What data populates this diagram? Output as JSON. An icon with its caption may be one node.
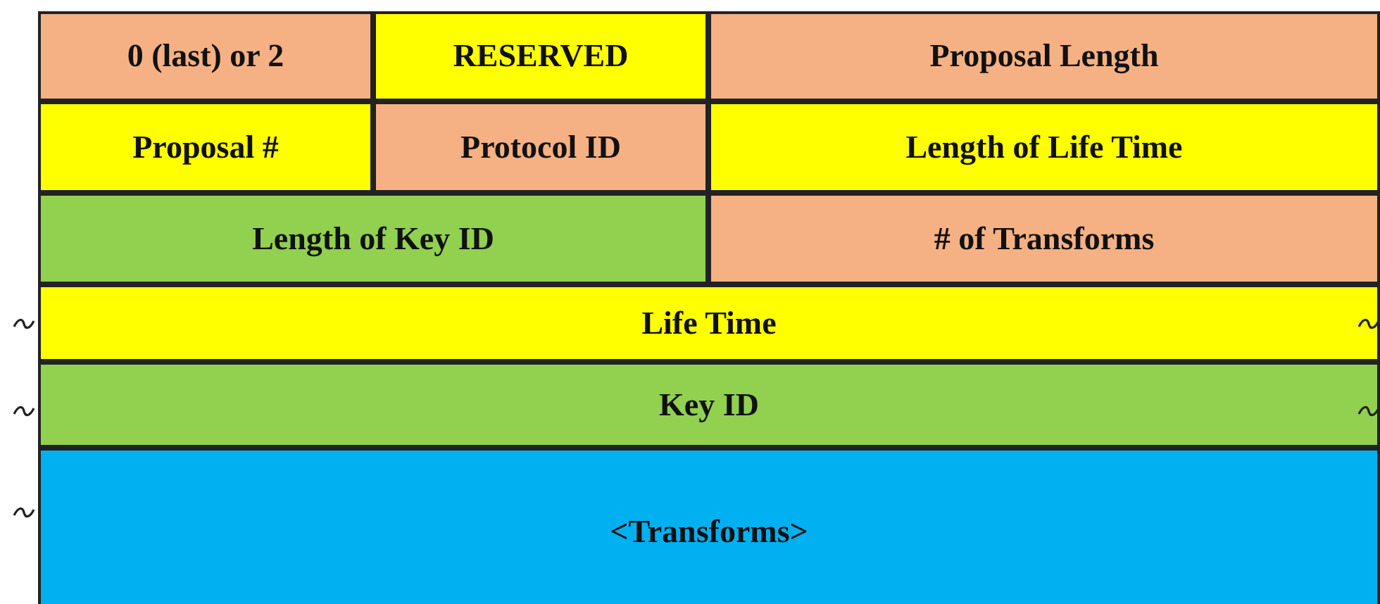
{
  "diagram": {
    "nodes": [
      {
        "text": [
          "0 (last) or 2"
        ]
      },
      {
        "text": [
          "RESERVED"
        ]
      },
      {
        "text": [
          "Proposal Length"
        ]
      },
      {
        "text": [
          "Proposal #"
        ]
      },
      {
        "text": [
          "Protocol ID"
        ]
      },
      {
        "text": [
          "Length of Life Time"
        ]
      },
      {
        "text": [
          "Length of Key ID"
        ]
      },
      {
        "text": [
          "# of Transforms"
        ]
      },
      {
        "text": [
          "Life Time"
        ]
      },
      {
        "text": [
          "Key ID"
        ]
      },
      {
        "text": [
          "<Transforms>"
        ]
      }
    ]
  }
}
